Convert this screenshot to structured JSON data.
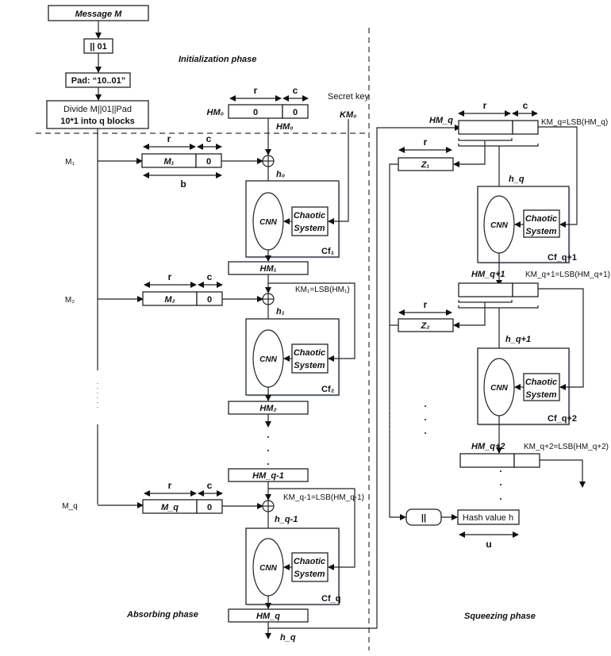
{
  "title": "Sponge-based chaotic neural network hash construction",
  "preprocessing": {
    "message": "Message M",
    "append": "|| 01",
    "pad": "Pad: “10..01”",
    "divide_line1": "Divide M||01||Pad",
    "divide_line2": "10*1 into q blocks"
  },
  "phases": {
    "initialization": "Initialization phase",
    "absorbing": "Absorbing phase",
    "squeezing": "Squeezing phase"
  },
  "init": {
    "hm0_label": "HM₀",
    "hm0_r_value": "0",
    "hm0_c_value": "0",
    "hm0_out_label": "HM₀",
    "secret_key": "Secret key",
    "km0": "KM₀"
  },
  "dims": {
    "r": "r",
    "c": "c",
    "b": "b",
    "u": "u"
  },
  "absorbing": {
    "blocks": [
      {
        "input_label": "M₁",
        "block": "M₁",
        "pad": "0",
        "h": "h₀",
        "cf": "Cf₁",
        "out": "HM₁",
        "key": ""
      },
      {
        "input_label": "M₂",
        "block": "M₂",
        "pad": "0",
        "h": "h₁",
        "cf": "Cf₂",
        "out": "HM₂",
        "key": "KM₁=LSB(HM₁)"
      },
      {
        "input_label": "M_q",
        "block": "M_q",
        "pad": "0",
        "h": "h_q-1",
        "cf": "Cf_q",
        "out": "HM_q",
        "key": "KM_q-1=LSB(HM_q-1)"
      }
    ],
    "hm_q_minus_1": "HM_q-1",
    "output_h": "h_q"
  },
  "cnn": {
    "label": "CNN",
    "chaotic_line1": "Chaotic",
    "chaotic_line2": "System"
  },
  "squeezing": {
    "stages": [
      {
        "hm": "HM_q",
        "key": "KM_q=LSB(HM_q)",
        "z": "Z₁",
        "h": "h_q",
        "cf": "Cf_q+1"
      },
      {
        "hm": "HM_q+1",
        "key": "KM_q+1=LSB(HM_q+1)",
        "z": "Z₂",
        "h": "h_q+1",
        "cf": "Cf_q+2"
      },
      {
        "hm": "HM_q+2",
        "key": "KM_q+2=LSB(HM_q+2)"
      }
    ],
    "concat": "||",
    "hash_value": "Hash value h"
  }
}
